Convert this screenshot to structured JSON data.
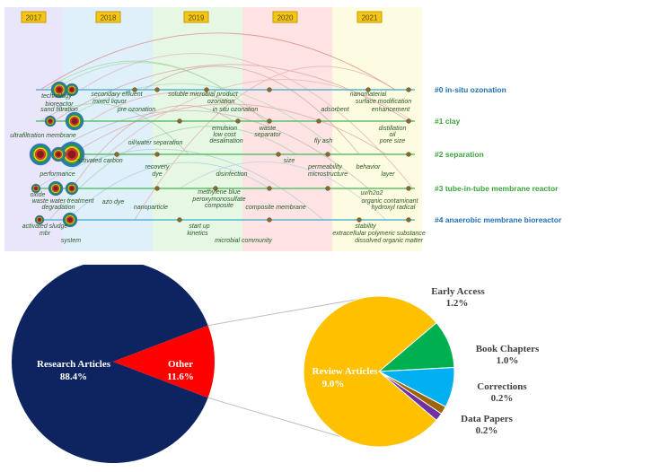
{
  "timeline": {
    "years": [
      "2017",
      "2018",
      "2019",
      "2020",
      "2021"
    ],
    "clusters": [
      {
        "label": "#0 in-situ ozonation",
        "color": "#1f6fb5",
        "terms": [
          "technology",
          "bioreactor",
          "sand filtration",
          "secondary effluent",
          "mixed liquor",
          "pre ozonation",
          "soluble microbial product",
          "ozonation",
          "in situ ozonation",
          "adsorbent",
          "nanomaterial",
          "surface modification",
          "enhancement"
        ]
      },
      {
        "label": "#1 clay",
        "color": "#3aa538",
        "terms": [
          "ultrafiltration membrane",
          "emulsion",
          "low cost",
          "desalination",
          "waste",
          "separator",
          "fly ash",
          "distillation",
          "oil",
          "pore size"
        ]
      },
      {
        "label": "#2 separation",
        "color": "#3aa538",
        "terms": [
          "oil/water separation",
          "activated carbon",
          "recovery",
          "dye",
          "disinfection",
          "size",
          "permeability",
          "microstructure",
          "behavior",
          "layer"
        ]
      },
      {
        "label": "#3 tube-in-tube membrane reactor",
        "color": "#3aa538",
        "terms": [
          "performance",
          "oxide",
          "waste water treatment",
          "degradation",
          "azo dye",
          "nanoparticle",
          "methylene blue",
          "peroxymonosulfate",
          "composite",
          "composite membrane",
          "uv/h2o2",
          "organic contaminant",
          "hydroxyl radical"
        ]
      },
      {
        "label": "#4 anaerobic membrane bioreactor",
        "color": "#1f6fb5",
        "terms": [
          "activated sludge",
          "mbr",
          "system",
          "start up",
          "kinetics",
          "microbial community",
          "stability",
          "extracellular polymeric substance",
          "dissolved organic matter"
        ]
      }
    ]
  },
  "chart_data": [
    {
      "type": "pie",
      "title": "",
      "slices": [
        {
          "label": "Research Articles",
          "value": 88.4,
          "display": "88.4%",
          "color": "#0d2461"
        },
        {
          "label": "Other",
          "value": 11.6,
          "display": "11.6%",
          "color": "#ff0000"
        }
      ]
    },
    {
      "type": "pie",
      "title": "",
      "slices": [
        {
          "label": "Review Articles",
          "value": 9.0,
          "display": "9.0%",
          "color": "#ffc000"
        },
        {
          "label": "Early Access",
          "value": 1.2,
          "display": "1.2%",
          "color": "#00b050"
        },
        {
          "label": "Book Chapters",
          "value": 1.0,
          "display": "1.0%",
          "color": "#00b0f0"
        },
        {
          "label": "Corrections",
          "value": 0.2,
          "display": "0.2%",
          "color": "#9c6500"
        },
        {
          "label": "Data Papers",
          "value": 0.2,
          "display": "0.2%",
          "color": "#7030a0"
        }
      ]
    }
  ]
}
